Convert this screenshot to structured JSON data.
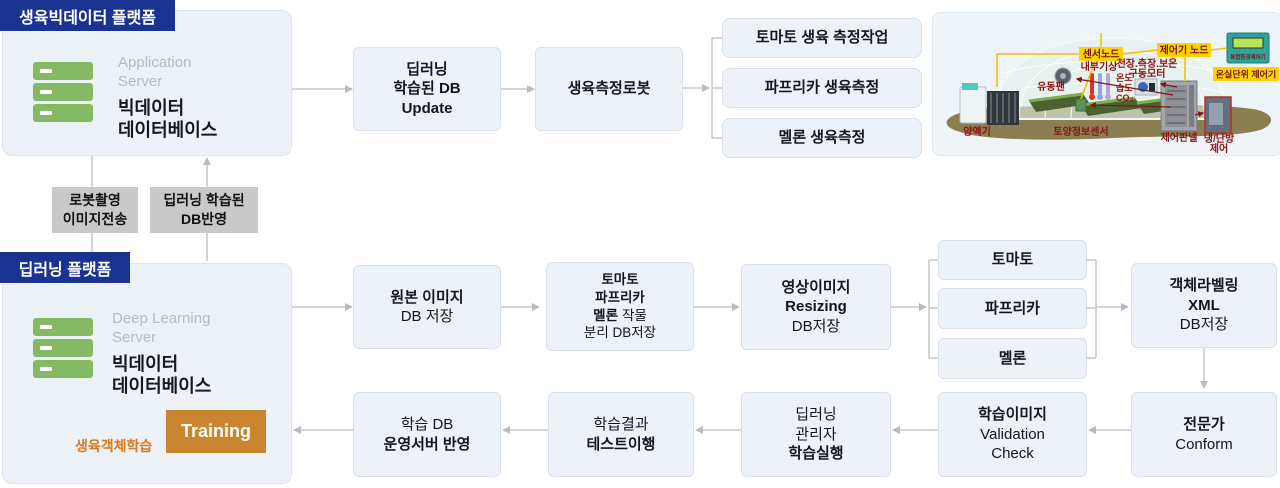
{
  "colors": {
    "navy": "#1b3390",
    "box_fill": "#edf1f8",
    "box_border": "#dadfee",
    "arrow_gray": "#b9bac2",
    "arrow_dark": "#4e5e66",
    "training_orange": "#c9862f",
    "note_orange": "#e0761c",
    "server_green": "#85b964",
    "gray_label": "#c9c9c9"
  },
  "bigdata_platform": {
    "header": "생육빅데이터 플랫폼",
    "server_type_1": "Application",
    "server_type_2": "Server",
    "server_name_1": "빅데이터",
    "server_name_2": "데이터베이스"
  },
  "top_flow": {
    "db_update_1": "딥러닝",
    "db_update_2": "학습된 DB",
    "db_update_3": "Update",
    "robot": "생육측정로봇",
    "tasks": [
      "토마토 생육 측정작업",
      "파프리카 생육측정",
      "멜론 생육측정"
    ]
  },
  "transfer": {
    "robot_upload_1": "로봇촬영",
    "robot_upload_2": "이미지전송",
    "db_reflect_1": "딥러닝 학습된",
    "db_reflect_2": "DB반영"
  },
  "dl_platform": {
    "header": "딥러닝 플랫폼",
    "server_type_1": "Deep Learning",
    "server_type_2": "Server",
    "server_name_1": "빅데이터",
    "server_name_2": "데이터베이스",
    "training": "Training",
    "note": "생육객체학습"
  },
  "mid_flow": {
    "original_1": "원본 이미지",
    "original_2": "DB 저장",
    "sep_1": "토마토",
    "sep_2": "파프리카",
    "sep_3b": "멜론",
    "sep_3r": "작물",
    "sep_4": "분리 DB저장",
    "resize_1": "영상이미지",
    "resize_2": "Resizing",
    "resize_3": "DB저장",
    "crops": [
      "토마토",
      "파프리카",
      "멜론"
    ],
    "label_1": "객체라벨링",
    "label_2": "XML",
    "label_3": "DB저장"
  },
  "bottom_flow": {
    "conform_1": "전문가",
    "conform_2": "Conform",
    "valid_1": "학습이미지",
    "valid_2": "Validation",
    "valid_3": "Check",
    "run_1": "딥러닝",
    "run_2": "관리자",
    "run_3": "학습실행",
    "test_1": "학습결과",
    "test_2": "테스트이행",
    "deploy_1": "학습 DB",
    "deploy_2": "운영서버 반영"
  },
  "greenhouse": {
    "sensor_node": "센서노드",
    "controller_node": "제어기 노드",
    "unit_controller": "온실단위 제어기",
    "device_label": "복합환경제어기",
    "indoor_weather": "내부기상",
    "motor_1": "천장.측장.보온",
    "motor_2": "구동모터",
    "temp": "온도",
    "humid": "습도",
    "co2": "CO₂",
    "fan": "유동팬",
    "nutrient": "양액기",
    "soil_sensor": "토양정보센서",
    "panel": "제어판넬",
    "hvac_1": "냉/난방",
    "hvac_2": "제어"
  }
}
